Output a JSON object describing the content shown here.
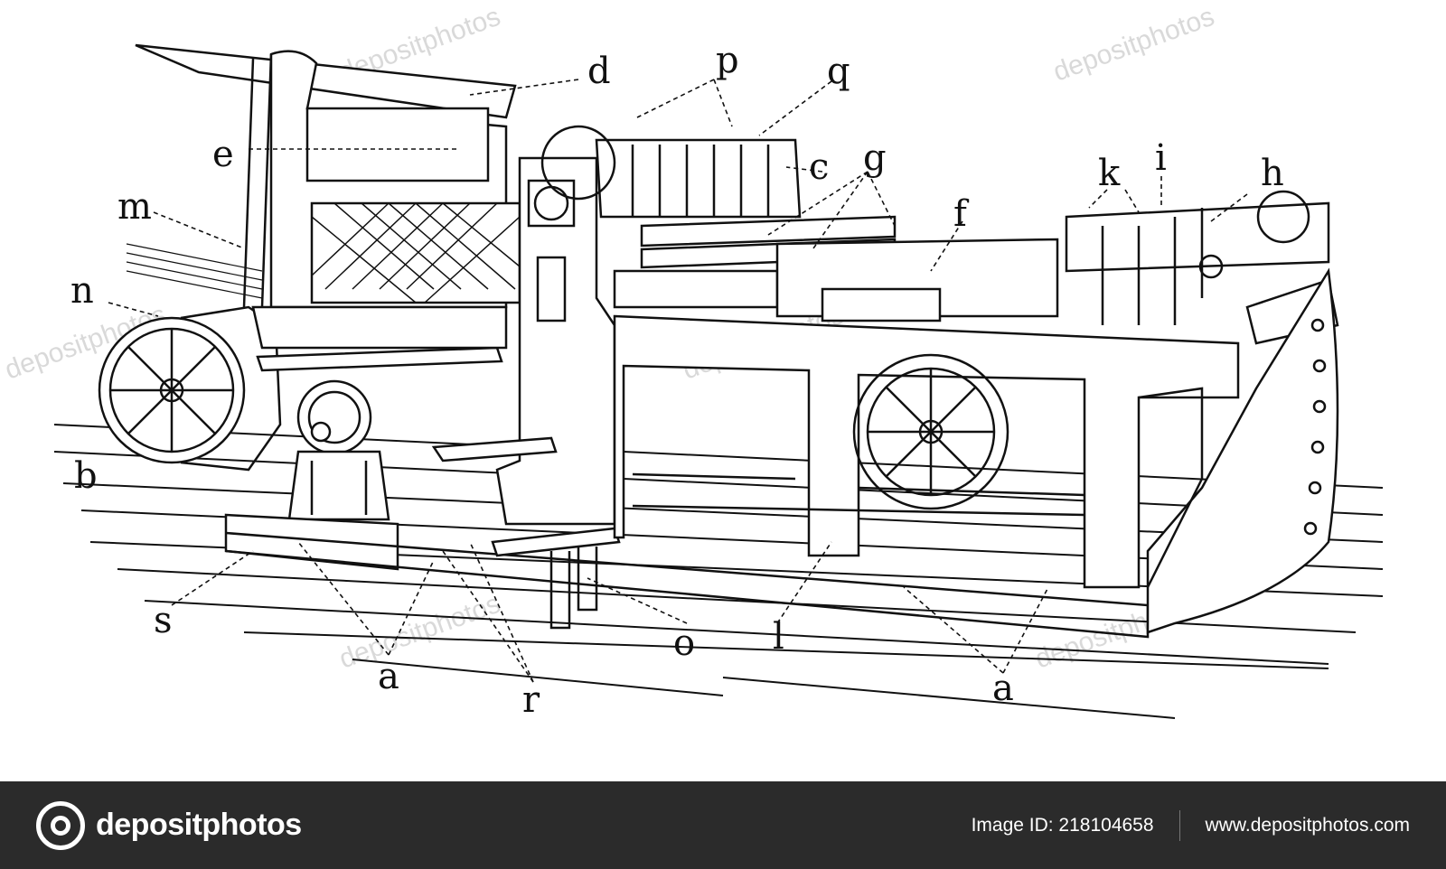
{
  "diagram": {
    "labels": {
      "d": "d",
      "p": "p",
      "q": "q",
      "e": "e",
      "c": "c",
      "g": "g",
      "m": "m",
      "n": "n",
      "b": "b",
      "f": "f",
      "k": "k",
      "i": "i",
      "h": "h",
      "s": "s",
      "a1": "a",
      "r": "r",
      "o": "o",
      "l": "l",
      "a2": "a"
    }
  },
  "watermark": {
    "text": "depositphotos"
  },
  "footer": {
    "brand": "depositphotos",
    "image_id": "Image ID: 218104658",
    "site": "www.depositphotos.com"
  }
}
